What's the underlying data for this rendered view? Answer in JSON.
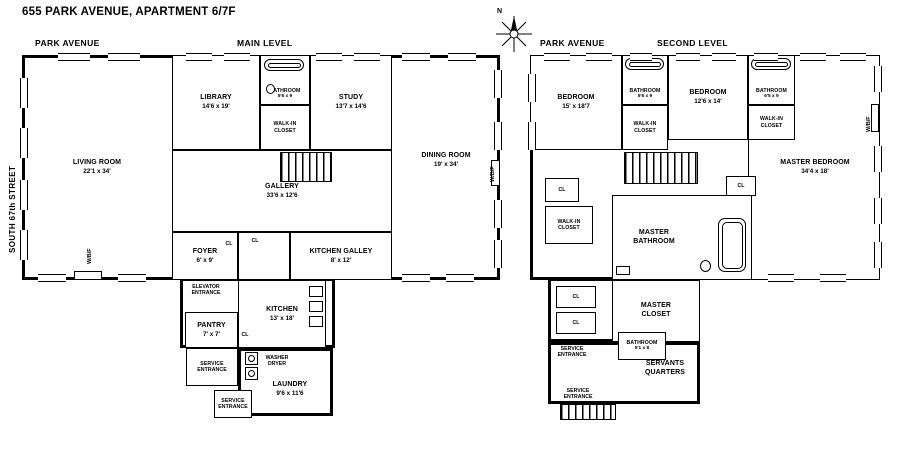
{
  "title": "655 PARK AVENUE, APARTMENT 6/7F",
  "compass": {
    "north": "N"
  },
  "shared": {
    "park_avenue": "PARK AVENUE",
    "cl": "CL",
    "wbf": "W/B/F",
    "walk_in_closet": "WALK-IN CLOSET",
    "service_entrance": "SERVICE ENTRANCE"
  },
  "main_level": {
    "label": "MAIN LEVEL",
    "street_side": "SOUTH 67th STREET",
    "rooms": {
      "living_room": {
        "name": "LIVING ROOM",
        "dims": "22'1 x 34'"
      },
      "library": {
        "name": "LIBRARY",
        "dims": "14'6 x 19'"
      },
      "bathroom": {
        "name": "BATHROOM",
        "dims": "5'6 x 9"
      },
      "study": {
        "name": "STUDY",
        "dims": "13'7 x 14'6"
      },
      "dining_room": {
        "name": "DINING ROOM",
        "dims": "19' x 34'"
      },
      "gallery": {
        "name": "GALLERY",
        "dims": "33'6 x 12'6"
      },
      "foyer": {
        "name": "FOYER",
        "dims": "6' x 9'"
      },
      "kitchen_galley": {
        "name": "KITCHEN GALLEY",
        "dims": "8' x 12'"
      },
      "elevator_entrance": {
        "name": "ELEVATOR ENTRANCE"
      },
      "kitchen": {
        "name": "KITCHEN",
        "dims": "13' x 18'"
      },
      "pantry": {
        "name": "PANTRY",
        "dims": "7' x 7'"
      },
      "washer_dryer": {
        "name": "WASHER DRYER"
      },
      "laundry": {
        "name": "LAUNDRY",
        "dims": "9'6 x 11'6"
      }
    }
  },
  "second_level": {
    "label": "SECOND LEVEL",
    "rooms": {
      "bedroom_1": {
        "name": "BEDROOM",
        "dims": "15' x 18'7"
      },
      "bathroom_1": {
        "name": "BATHROOM",
        "dims": "5'6 x 9"
      },
      "bedroom_2": {
        "name": "BEDROOM",
        "dims": "12'6 x 14'"
      },
      "bathroom_2": {
        "name": "BATHROOM",
        "dims": "6'5 x 9"
      },
      "master_bedroom": {
        "name": "MASTER BEDROOM",
        "dims": "34'4 x 18'"
      },
      "master_bathroom": {
        "name": "MASTER BATHROOM"
      },
      "master_closet": {
        "name": "MASTER CLOSET"
      },
      "bathroom_3": {
        "name": "BATHROOM",
        "dims": "5'1 x 8"
      },
      "servants_quarters": {
        "name": "SERVANTS QUARTERS"
      }
    }
  }
}
